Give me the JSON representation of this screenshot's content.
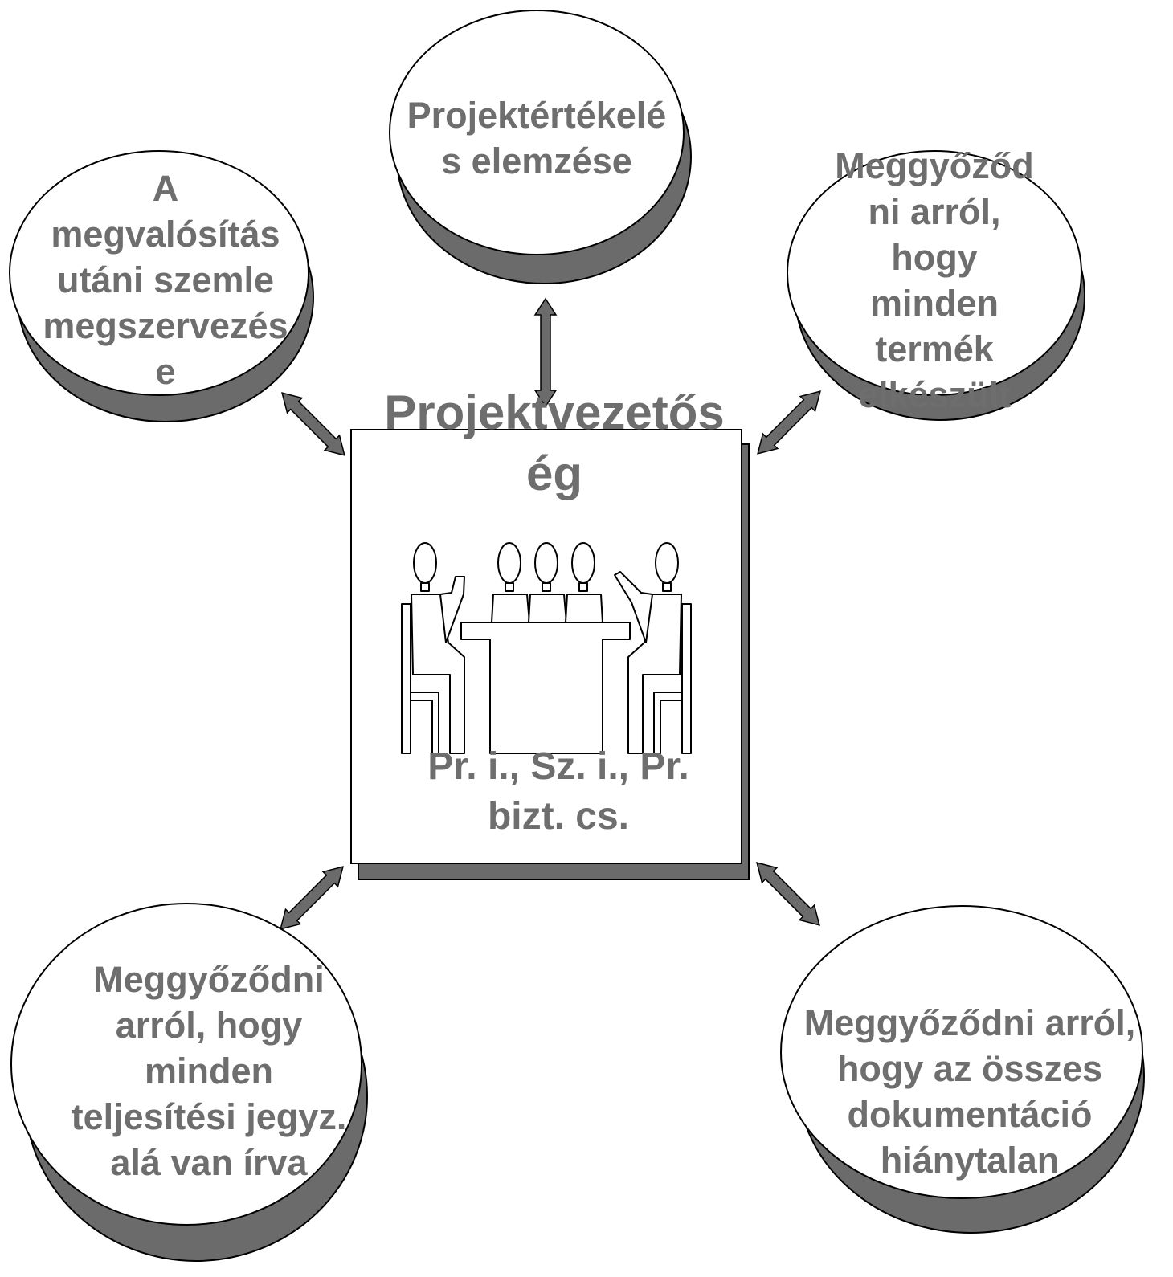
{
  "colors": {
    "text": "#6e6e6e",
    "shadow": "#6b6b6b",
    "stroke": "#000000",
    "fill": "#ffffff"
  },
  "center": {
    "title": "Projektvezetős\nég",
    "subtitle": "Pr. i., Sz. i., Pr.\nbizt. cs.",
    "icon": "meeting-table-icon"
  },
  "nodes": {
    "top": "Projektértékelé\ns elemzése",
    "top_left": "A\nmegvalósítás\nutáni szemle\nmegszervezés\ne",
    "top_right": "Meggyőződ\nni arról,\nhogy\nminden\ntermék\nelkészült",
    "bottom_left": "Meggyőződni\narról, hogy\nminden\nteljesítési jegyz.\nalá van írva",
    "bottom_right": "Meggyőződni arról,\nhogy az összes\ndokumentáció\nhiánytalan"
  }
}
